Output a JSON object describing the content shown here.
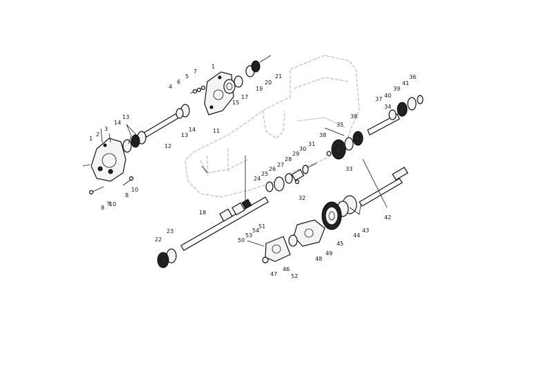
{
  "callouts": [
    {
      "id": "c1",
      "text": "1"
    },
    {
      "id": "c2",
      "text": "2"
    },
    {
      "id": "c3",
      "text": "3"
    },
    {
      "id": "c1b",
      "text": "1"
    },
    {
      "id": "c4",
      "text": "4"
    },
    {
      "id": "c5",
      "text": "5"
    },
    {
      "id": "c6",
      "text": "6"
    },
    {
      "id": "c7",
      "text": "7"
    },
    {
      "id": "c8",
      "text": "8"
    },
    {
      "id": "c8b",
      "text": "8"
    },
    {
      "id": "c9",
      "text": "9"
    },
    {
      "id": "c10",
      "text": "10"
    },
    {
      "id": "c10b",
      "text": "10"
    },
    {
      "id": "c11",
      "text": "11"
    },
    {
      "id": "c12",
      "text": "12"
    },
    {
      "id": "c13a",
      "text": "13"
    },
    {
      "id": "c13b",
      "text": "13"
    },
    {
      "id": "c14a",
      "text": "14"
    },
    {
      "id": "c14b",
      "text": "14"
    },
    {
      "id": "c15",
      "text": "15"
    },
    {
      "id": "c17",
      "text": "17"
    },
    {
      "id": "c18",
      "text": "18"
    },
    {
      "id": "c19",
      "text": "19"
    },
    {
      "id": "c20",
      "text": "20"
    },
    {
      "id": "c21",
      "text": "21"
    },
    {
      "id": "c22",
      "text": "22"
    },
    {
      "id": "c23",
      "text": "23"
    },
    {
      "id": "c24",
      "text": "24"
    },
    {
      "id": "c25",
      "text": "25"
    },
    {
      "id": "c26",
      "text": "26"
    },
    {
      "id": "c27",
      "text": "27"
    },
    {
      "id": "c28",
      "text": "28"
    },
    {
      "id": "c29",
      "text": "29"
    },
    {
      "id": "c30",
      "text": "30"
    },
    {
      "id": "c31",
      "text": "31"
    },
    {
      "id": "c32",
      "text": "32"
    },
    {
      "id": "c33",
      "text": "33"
    },
    {
      "id": "c34",
      "text": "34"
    },
    {
      "id": "c35",
      "text": "35"
    },
    {
      "id": "c36",
      "text": "36"
    },
    {
      "id": "c37",
      "text": "37"
    },
    {
      "id": "c38a",
      "text": "38"
    },
    {
      "id": "c38b",
      "text": "38"
    },
    {
      "id": "c39",
      "text": "39"
    },
    {
      "id": "c40",
      "text": "40"
    },
    {
      "id": "c41",
      "text": "41"
    },
    {
      "id": "c42",
      "text": "42"
    },
    {
      "id": "c43",
      "text": "43"
    },
    {
      "id": "c44",
      "text": "44"
    },
    {
      "id": "c45",
      "text": "45"
    },
    {
      "id": "c46",
      "text": "46"
    },
    {
      "id": "c47",
      "text": "47"
    },
    {
      "id": "c48",
      "text": "48"
    },
    {
      "id": "c49",
      "text": "49"
    },
    {
      "id": "c50",
      "text": "50"
    },
    {
      "id": "c51",
      "text": "51"
    },
    {
      "id": "c52",
      "text": "52"
    },
    {
      "id": "c53",
      "text": "53"
    },
    {
      "id": "c54",
      "text": "54"
    }
  ]
}
